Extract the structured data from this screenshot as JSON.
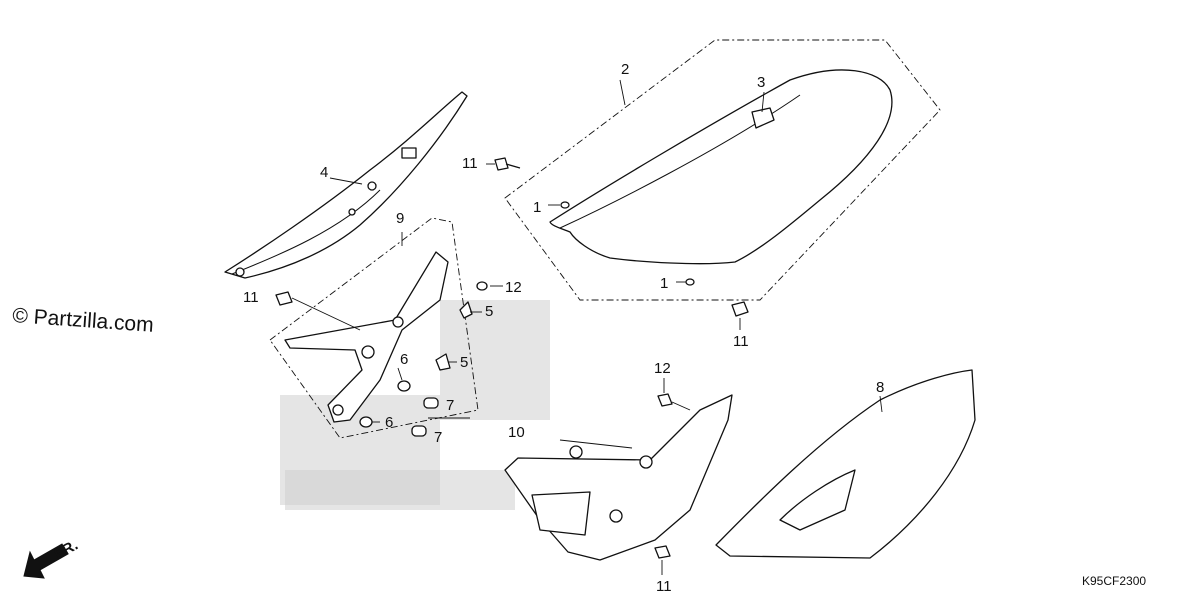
{
  "watermark": "© Partzilla.com",
  "diagram_code": "K95CF2300",
  "direction_label": "FR.",
  "callouts": {
    "c1a": "1",
    "c1b": "1",
    "c2": "2",
    "c3": "3",
    "c4": "4",
    "c5a": "5",
    "c5b": "5",
    "c6a": "6",
    "c6b": "6",
    "c7a": "7",
    "c7b": "7",
    "c8": "8",
    "c9": "9",
    "c10": "10",
    "c11a": "11",
    "c11b": "11",
    "c11c": "11",
    "c11d": "11",
    "c12a": "12",
    "c12b": "12"
  },
  "icons": {
    "direction_arrow": "arrow-down-left-icon"
  }
}
